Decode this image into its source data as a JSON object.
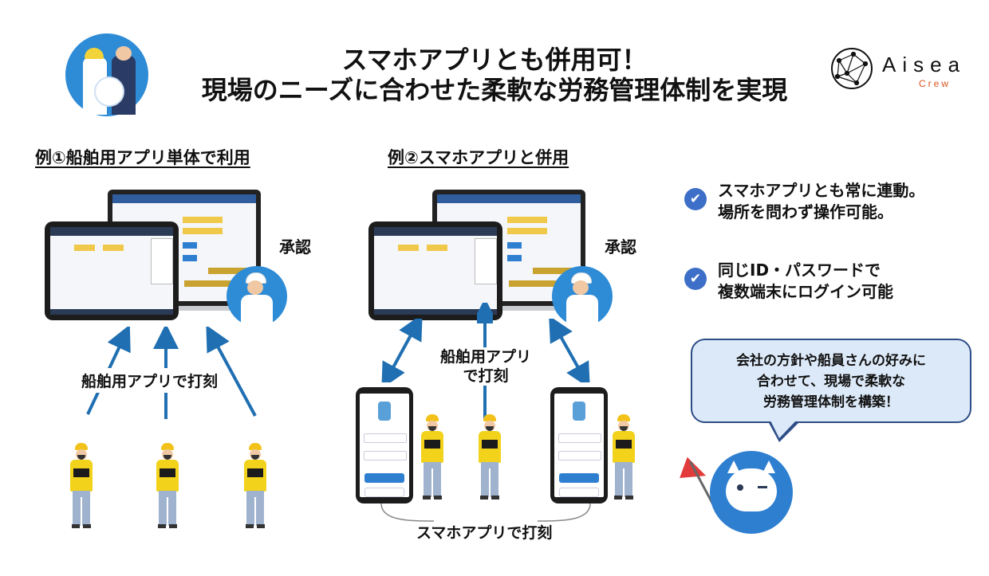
{
  "title": {
    "line1": "スマホアプリとも併用可！",
    "line2": "現場のニーズに合わせた柔軟な労務管理体制を実現"
  },
  "logo": {
    "name": "Aisea",
    "sub": "Crew"
  },
  "example1": {
    "heading": "例①船舶用アプリ単体で利用",
    "approve_label": "承認",
    "punch_label": "船舶用アプリで打刻"
  },
  "example2": {
    "heading": "例②スマホアプリと併用",
    "approve_label": "承認",
    "punch_label_line1": "船舶用アプリ",
    "punch_label_line2": "で打刻",
    "phone_punch_label": "スマホアプリで打刻"
  },
  "features": [
    {
      "line1": "スマホアプリとも常に連動。",
      "line2": "場所を問わず操作可能。"
    },
    {
      "line1": "同じID・パスワードで",
      "line2": "複数端末にログイン可能"
    }
  ],
  "bubble": {
    "line1": "会社の方針や船員さんの好みに",
    "line2": "合わせて、現場で柔軟な",
    "line3": "労務管理体制を構築！"
  },
  "colors": {
    "accent": "#3d6fc8",
    "arrow": "#1f6fb2",
    "bubble_fill": "#dce9f8",
    "bubble_border": "#2d4d86",
    "logo_crew": "#d9531e"
  },
  "icons": [
    "check-icon",
    "arrow-icon",
    "laptop-icon",
    "tablet-icon",
    "smartphone-icon",
    "worker-icon",
    "supervisor-icon",
    "cat-mascot-icon",
    "flag-icon",
    "network-logo-icon"
  ]
}
